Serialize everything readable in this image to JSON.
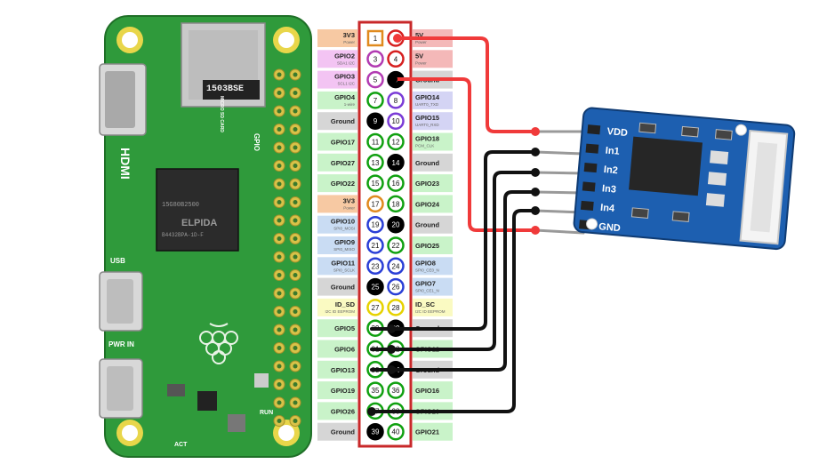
{
  "header_pins": [
    {
      "left": {
        "n": "1",
        "name": "3V3",
        "sub": "Power",
        "type": "power3v3"
      },
      "right": {
        "n": "2",
        "name": "5V",
        "sub": "Power",
        "type": "power5v"
      }
    },
    {
      "left": {
        "n": "3",
        "name": "GPIO2",
        "sub": "SDA1 I2C",
        "type": "i2c"
      },
      "right": {
        "n": "4",
        "name": "5V",
        "sub": "Power",
        "type": "power5v"
      }
    },
    {
      "left": {
        "n": "5",
        "name": "GPIO3",
        "sub": "SCL1 I2C",
        "type": "i2c"
      },
      "right": {
        "n": "6",
        "name": "Ground",
        "sub": "",
        "type": "ground"
      }
    },
    {
      "left": {
        "n": "7",
        "name": "GPIO4",
        "sub": "1-wire",
        "type": "gpio"
      },
      "right": {
        "n": "8",
        "name": "GPIO14",
        "sub": "UART0_TXD",
        "type": "uart"
      }
    },
    {
      "left": {
        "n": "9",
        "name": "Ground",
        "sub": "",
        "type": "ground"
      },
      "right": {
        "n": "10",
        "name": "GPIO15",
        "sub": "UART0_RXD",
        "type": "uart"
      }
    },
    {
      "left": {
        "n": "11",
        "name": "GPIO17",
        "sub": "",
        "type": "gpio"
      },
      "right": {
        "n": "12",
        "name": "GPIO18",
        "sub": "PCM_CLK",
        "type": "gpio"
      }
    },
    {
      "left": {
        "n": "13",
        "name": "GPIO27",
        "sub": "",
        "type": "gpio"
      },
      "right": {
        "n": "14",
        "name": "Ground",
        "sub": "",
        "type": "ground"
      }
    },
    {
      "left": {
        "n": "15",
        "name": "GPIO22",
        "sub": "",
        "type": "gpio"
      },
      "right": {
        "n": "16",
        "name": "GPIO23",
        "sub": "",
        "type": "gpio"
      }
    },
    {
      "left": {
        "n": "17",
        "name": "3V3",
        "sub": "Power",
        "type": "power3v3"
      },
      "right": {
        "n": "18",
        "name": "GPIO24",
        "sub": "",
        "type": "gpio"
      }
    },
    {
      "left": {
        "n": "19",
        "name": "GPIO10",
        "sub": "SPI0_MOSI",
        "type": "spi"
      },
      "right": {
        "n": "20",
        "name": "Ground",
        "sub": "",
        "type": "ground"
      }
    },
    {
      "left": {
        "n": "21",
        "name": "GPIO9",
        "sub": "SPI0_MISO",
        "type": "spi"
      },
      "right": {
        "n": "22",
        "name": "GPIO25",
        "sub": "",
        "type": "gpio"
      }
    },
    {
      "left": {
        "n": "23",
        "name": "GPIO11",
        "sub": "SPI0_SCLK",
        "type": "spi"
      },
      "right": {
        "n": "24",
        "name": "GPIO8",
        "sub": "SPI0_CE0_N",
        "type": "spi"
      }
    },
    {
      "left": {
        "n": "25",
        "name": "Ground",
        "sub": "",
        "type": "ground"
      },
      "right": {
        "n": "26",
        "name": "GPIO7",
        "sub": "SPI0_CE1_N",
        "type": "spi"
      }
    },
    {
      "left": {
        "n": "27",
        "name": "ID_SD",
        "sub": "I2C ID EEPROM",
        "type": "eeprom"
      },
      "right": {
        "n": "28",
        "name": "ID_SC",
        "sub": "I2C ID EEPROM",
        "type": "eeprom"
      }
    },
    {
      "left": {
        "n": "29",
        "name": "GPIO5",
        "sub": "",
        "type": "gpio"
      },
      "right": {
        "n": "30",
        "name": "Ground",
        "sub": "",
        "type": "ground"
      }
    },
    {
      "left": {
        "n": "31",
        "name": "GPIO6",
        "sub": "",
        "type": "gpio"
      },
      "right": {
        "n": "32",
        "name": "GPIO12",
        "sub": "",
        "type": "gpio"
      }
    },
    {
      "left": {
        "n": "33",
        "name": "GPIO13",
        "sub": "",
        "type": "gpio"
      },
      "right": {
        "n": "34",
        "name": "Ground",
        "sub": "",
        "type": "ground"
      }
    },
    {
      "left": {
        "n": "35",
        "name": "GPIO19",
        "sub": "",
        "type": "gpio"
      },
      "right": {
        "n": "36",
        "name": "GPIO16",
        "sub": "",
        "type": "gpio"
      }
    },
    {
      "left": {
        "n": "37",
        "name": "GPIO26",
        "sub": "",
        "type": "gpio"
      },
      "right": {
        "n": "38",
        "name": "GPIO20",
        "sub": "",
        "type": "gpio"
      }
    },
    {
      "left": {
        "n": "39",
        "name": "Ground",
        "sub": "",
        "type": "ground"
      },
      "right": {
        "n": "40",
        "name": "GPIO21",
        "sub": "",
        "type": "gpio"
      }
    }
  ],
  "pin_type_colors": {
    "power3v3": {
      "label_bg": "#f7c9a3",
      "ring": "#e08a1e"
    },
    "power5v": {
      "label_bg": "#f4b8b8",
      "ring": "#d62020"
    },
    "i2c": {
      "label_bg": "#f3c4f3",
      "ring": "#b23bb2"
    },
    "gpio": {
      "label_bg": "#c9f3c9",
      "ring": "#10a010"
    },
    "ground": {
      "label_bg": "#d6d6d6",
      "ring": "#000000"
    },
    "uart": {
      "label_bg": "#d4d4f4",
      "ring": "#7a3bd6"
    },
    "spi": {
      "label_bg": "#c9dcf3",
      "ring": "#2a3fd6"
    },
    "eeprom": {
      "label_bg": "#fafac2",
      "ring": "#e6d200"
    }
  },
  "module": {
    "pins": [
      "VDD",
      "In1",
      "In2",
      "In3",
      "In4",
      "GND"
    ]
  },
  "pi_board": {
    "silk": [
      "HDMI",
      "USB",
      "PWR IN",
      "RUN",
      "ACT",
      "GPIO",
      "MICRO SD CARD",
      "1503BSE",
      "15G80B2500",
      "ELPIDA",
      "B4432BPA-1D-F"
    ]
  },
  "wire_colors": {
    "power": "#f03a3a",
    "signal": "#111111"
  }
}
